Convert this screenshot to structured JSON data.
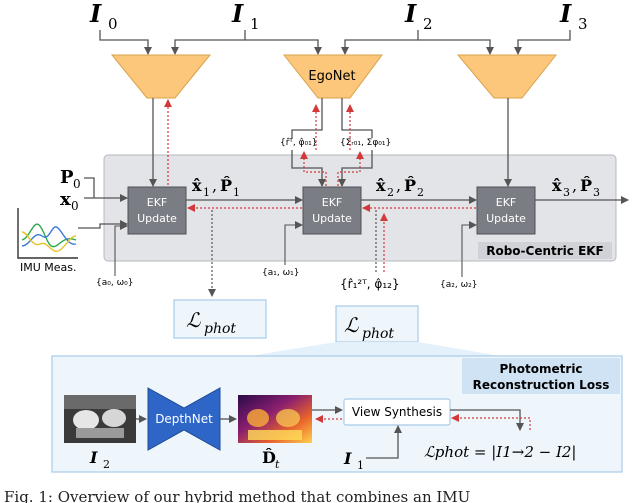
{
  "inputs": {
    "i0": {
      "sym": "I",
      "sub": "0"
    },
    "i1": {
      "sym": "I",
      "sub": "1"
    },
    "i2": {
      "sym": "I",
      "sub": "2"
    },
    "i3": {
      "sym": "I",
      "sub": "3"
    }
  },
  "egonet": {
    "label": "EgoNet"
  },
  "ego_outputs": {
    "left": "{r̂ᵀ, φ̂₀₁}",
    "right": "{Σᵣ₀₁, Σφ₀₁}"
  },
  "ekf_panel": {
    "label": "Robo-Centric EKF"
  },
  "ekf_blocks": {
    "line1": "EKF",
    "line2": "Update"
  },
  "initial_state": {
    "p0": "P",
    "p0_sub": "0",
    "x0": "x",
    "x0_sub": "0"
  },
  "states": {
    "s1": {
      "x": "x̂",
      "x_sub": "1",
      "p": "P̂",
      "p_sub": "1"
    },
    "s2": {
      "x": "x̂",
      "x_sub": "2",
      "p": "P̂",
      "p_sub": "2"
    },
    "s3": {
      "x": "x̂",
      "x_sub": "3",
      "p": "P̂",
      "p_sub": "3"
    }
  },
  "imu": {
    "label": "IMU Meas.",
    "m0": "{a₀, ω₀}",
    "m1": "{a₁, ω₁}",
    "m2": "{a₂, ω₂}"
  },
  "pose_label": "{r̂₁²ᵀ, φ̂₁₂}",
  "loss_boxes": {
    "sym": "ℒ",
    "sub": "phot"
  },
  "photometric": {
    "title_line1": "Photometric",
    "title_line2": "Reconstruction Loss",
    "depthnet": "DepthNet",
    "view_synthesis": "View Synthesis",
    "img_label": "I",
    "img_sub": "2",
    "depth_label": "D̂",
    "depth_sub": "t",
    "i1_label": "I",
    "i1_sub": "1",
    "equation": "ℒphot = |I1→2 − I2|"
  },
  "caption_fragment": "Fig. 1: Overview of our hybrid method that combines an IMU",
  "colors": {
    "encoder": "#fcc77a",
    "panel": "#e3e4e8",
    "ekf_block": "#7a7d84",
    "depthnet": "#2e66c8",
    "loss_border": "#a8cbe8",
    "loss_fill": "#eef6fc",
    "photo_title": "#cfe3f5",
    "red_arrow": "#d23a3a"
  }
}
